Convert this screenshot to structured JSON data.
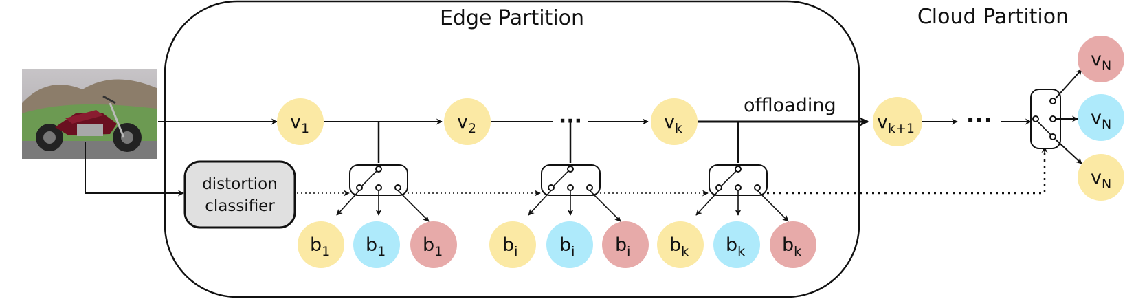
{
  "titles": {
    "edge": "Edge Partition",
    "cloud": "Cloud Partition"
  },
  "offload_label": "offloading",
  "classifier": {
    "line1": "distortion",
    "line2": "classifier"
  },
  "ellipsis": "···",
  "nodes": {
    "v1": {
      "base": "v",
      "sub": "1"
    },
    "v2": {
      "base": "v",
      "sub": "2"
    },
    "vk": {
      "base": "v",
      "sub": "k"
    },
    "vk1": {
      "base": "v",
      "sub": "k+1"
    },
    "vN_a": {
      "base": "v",
      "sub": "N"
    },
    "vN_b": {
      "base": "v",
      "sub": "N"
    },
    "vN_c": {
      "base": "v",
      "sub": "N"
    }
  },
  "branches": [
    {
      "base": "b",
      "sub": "1"
    },
    {
      "base": "b",
      "sub": "1"
    },
    {
      "base": "b",
      "sub": "1"
    },
    {
      "base": "b",
      "sub": "i"
    },
    {
      "base": "b",
      "sub": "i"
    },
    {
      "base": "b",
      "sub": "i"
    },
    {
      "base": "b",
      "sub": "k"
    },
    {
      "base": "b",
      "sub": "k"
    },
    {
      "base": "b",
      "sub": "k"
    }
  ],
  "colors": {
    "yellow": "#fbe9a4",
    "cyan": "#aeeafb",
    "red": "#e7aaa9",
    "classifier_fill": "#e0e0e0",
    "stroke": "#111111"
  },
  "input_image": {
    "description": "motorcycle-photo"
  }
}
